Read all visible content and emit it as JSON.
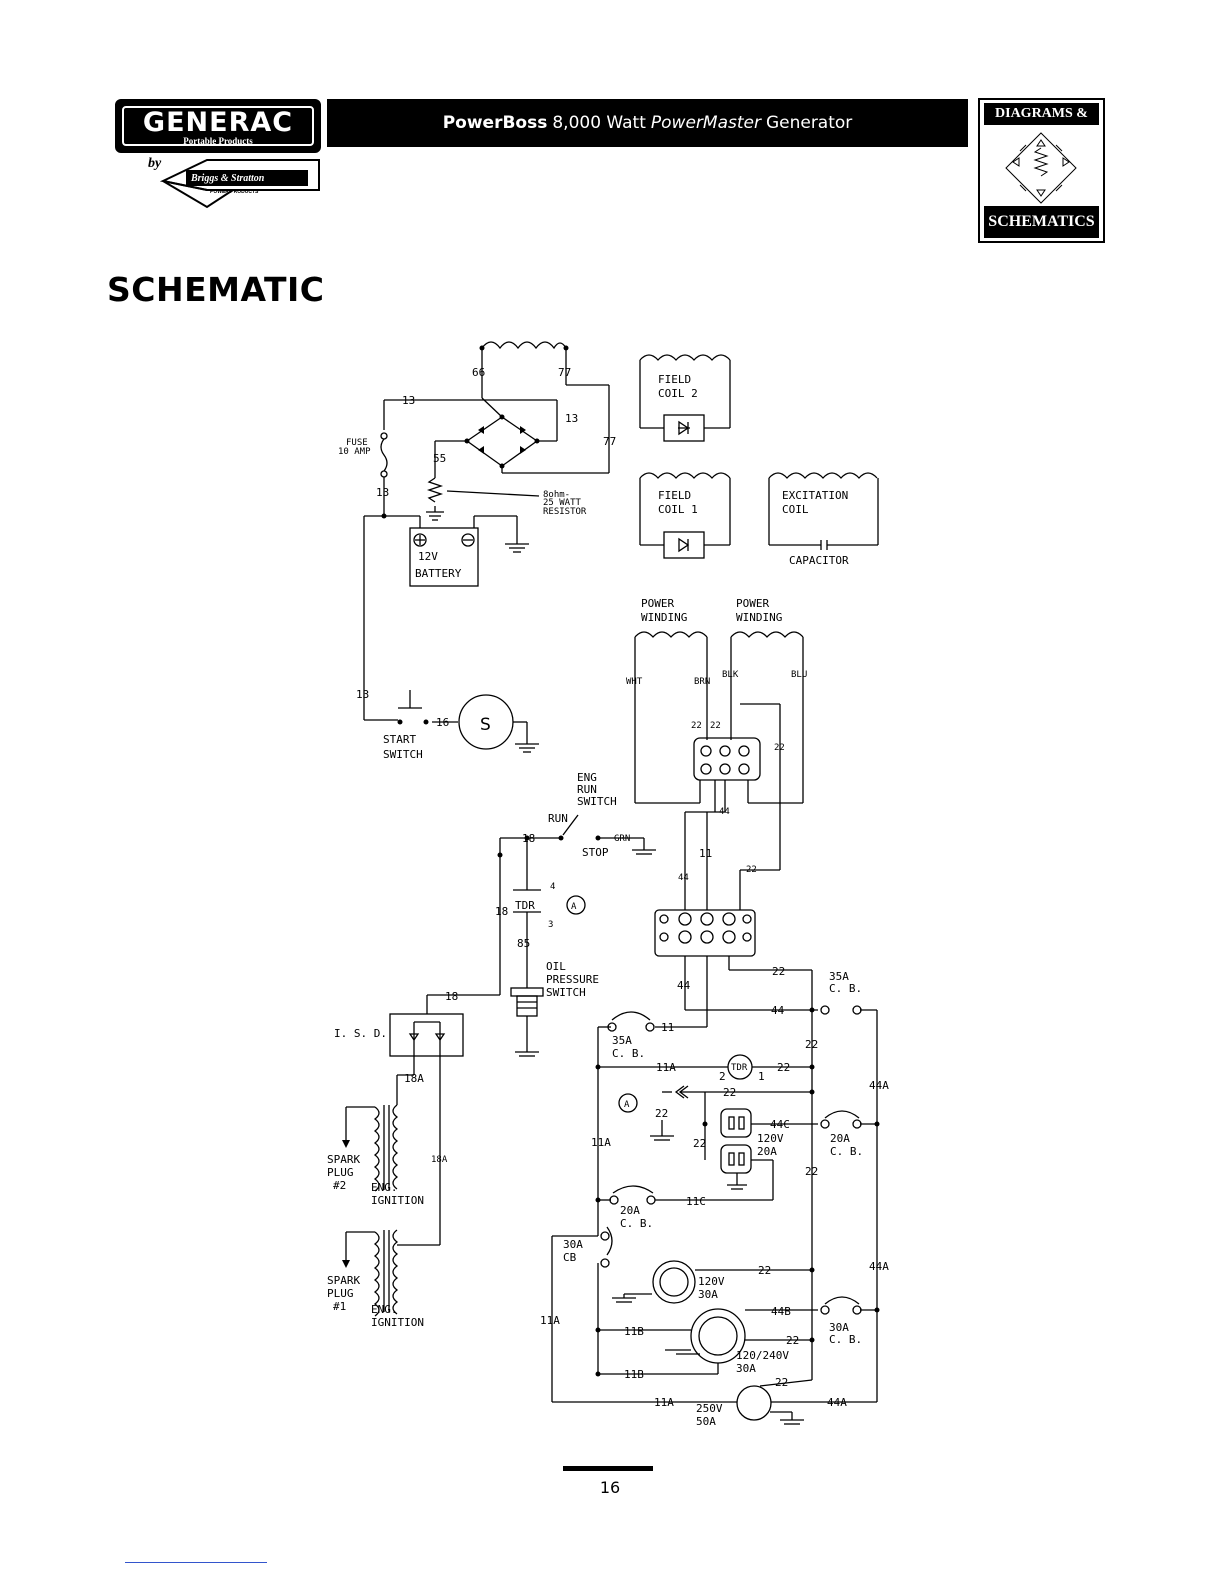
{
  "header": {
    "brand_logo": "GENERAC",
    "brand_sub": "Portable Products",
    "by": "by",
    "partner_logo": "Briggs & Stratton",
    "partner_sub": "POWER PRODUCTS",
    "title_bold": "PowerBoss",
    "title_mid": "8,000 Watt",
    "title_italic": "PowerMaster",
    "title_end": "Generator",
    "badge_top": "DIAGRAMS &",
    "badge_bottom": "SCHEMATICS"
  },
  "heading": "SCHEMATIC",
  "page_number": "16",
  "labels": {
    "w66": "66",
    "w77a": "77",
    "w13a": "13",
    "w13b": "13",
    "w77b": "77",
    "fuse": "FUSE",
    "fuse_amp": "10 AMP",
    "w55": "55",
    "w13c": "13",
    "res1": "8ohm-",
    "res2": "25 WATT",
    "res3": "RESISTOR",
    "bat1": "12V",
    "bat2": "BATTERY",
    "fc2a": "FIELD",
    "fc2b": "COIL 2",
    "fc1a": "FIELD",
    "fc1b": "COIL 1",
    "exa": "EXCITATION",
    "exb": "COIL",
    "cap": "CAPACITOR",
    "pw1a": "POWER",
    "pw1b": "WINDING",
    "pw2a": "POWER",
    "pw2b": "WINDING",
    "wht": "WHT",
    "brn": "BRN",
    "blk": "BLK",
    "blu": "BLU",
    "w13d": "13",
    "w16": "16",
    "motor": "S",
    "ss1": "START",
    "ss2": "SWITCH",
    "t22a": "22",
    "t22b": "22",
    "t22c": "22",
    "er1": "ENG",
    "er2": "RUN",
    "er3": "SWITCH",
    "w44a": "44",
    "run": "RUN",
    "w18a": "18",
    "grn": "GRN",
    "stop": "STOP",
    "w11a": "11",
    "w4": "4",
    "tdr": "TDR",
    "w18b": "18",
    "w3": "3",
    "cA1": "A",
    "w85": "85",
    "w44b": "44",
    "w22d": "22",
    "op1": "OIL",
    "op2": "PRESSURE",
    "op3": "SWITCH",
    "w18c": "18",
    "isd": "I. S. D.",
    "w18A": "18A",
    "w18A2": "18A",
    "sp2a": "SPARK",
    "sp2b": "PLUG",
    "sp2c": "#2",
    "ei2a": "ENG.",
    "ei2b": "IGNITION",
    "sp1a": "SPARK",
    "sp1b": "PLUG",
    "sp1c": "#1",
    "ei1a": "ENG.",
    "ei1b": "IGNITION",
    "w22e": "22",
    "cb35a": "35A",
    "cb35b": "C. B.",
    "w44c": "44",
    "w44d": "44",
    "w11b": "11",
    "cb35c": "35A",
    "cb35d": "C. B.",
    "w22f": "22",
    "w11A1": "11A",
    "tdr2": "TDR",
    "n2": "2",
    "n1": "1",
    "w22g": "22",
    "w44A1": "44A",
    "cA2": "A",
    "w22h": "22",
    "w22i": "22",
    "w44C": "44C",
    "r120": "120V",
    "r20": "20A",
    "cb20a": "20A",
    "cb20b": "C. B.",
    "w22j": "22",
    "w22k": "22",
    "w11A2": "11A",
    "w11C": "11C",
    "cb20c": "20A",
    "cb20d": "C. B.",
    "cb30a": "30A",
    "cb30b": "CB",
    "w22l": "22",
    "w44A2": "44A",
    "r120b": "120V",
    "r30b": "30A",
    "w11A3": "11A",
    "w44B": "44B",
    "cb30c": "30A",
    "cb30d": "C. B.",
    "w11B1": "11B",
    "w22m": "22",
    "r240": "120/240V",
    "r30c": "30A",
    "w11B2": "11B",
    "w22n": "22",
    "w11A4": "11A",
    "w44A3": "44A",
    "r250": "250V",
    "r50": "50A"
  }
}
